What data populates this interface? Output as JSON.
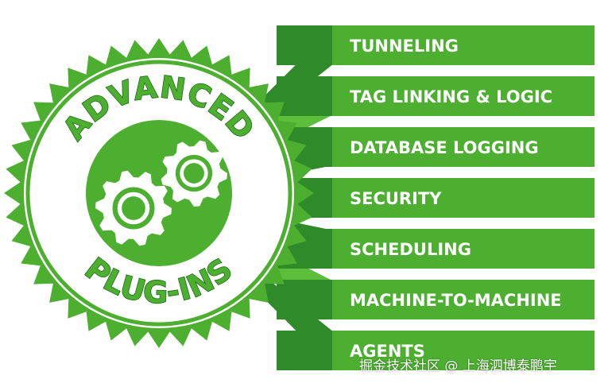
{
  "badge": {
    "top_text": "ADVANCED",
    "bottom_text": "PLUG-INS",
    "icon": "gears-icon"
  },
  "features": [
    "TUNNELING",
    "TAG LINKING & LOGIC",
    "DATABASE LOGGING",
    "SECURITY",
    "SCHEDULING",
    "MACHINE-TO-MACHINE",
    "AGENTS"
  ],
  "watermark": "掘金技术社区 @ 上海泗博泰鹏宇",
  "colors": {
    "bar_green": "#4caf2f",
    "dark_green": "#2f8a2a",
    "light_green": "#5cbf3c",
    "outline_green": "#1e6b1a",
    "white": "#ffffff"
  }
}
